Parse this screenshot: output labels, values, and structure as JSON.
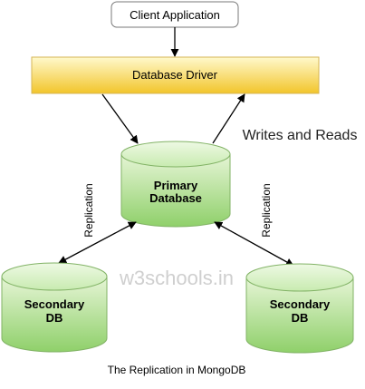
{
  "nodes": {
    "client": "Client Application",
    "driver": "Database Driver",
    "primary": [
      "Primary",
      "Database"
    ],
    "secondary_left": [
      "Secondary",
      "DB"
    ],
    "secondary_right": [
      "Secondary",
      "DB"
    ]
  },
  "labels": {
    "writes_reads": "Writes and Reads",
    "replication_left": "Replication",
    "replication_right": "Replication",
    "watermark": "w3schools.in"
  },
  "caption": "The Replication in MongoDB",
  "colors": {
    "driver_fill_top": "#fff9cc",
    "driver_fill_bottom": "#f2c52b",
    "driver_stroke": "#d6b656",
    "db_fill_top": "#e6f5d6",
    "db_fill_bottom": "#8fd06a",
    "db_stroke": "#82b366",
    "arrow": "#000000"
  }
}
